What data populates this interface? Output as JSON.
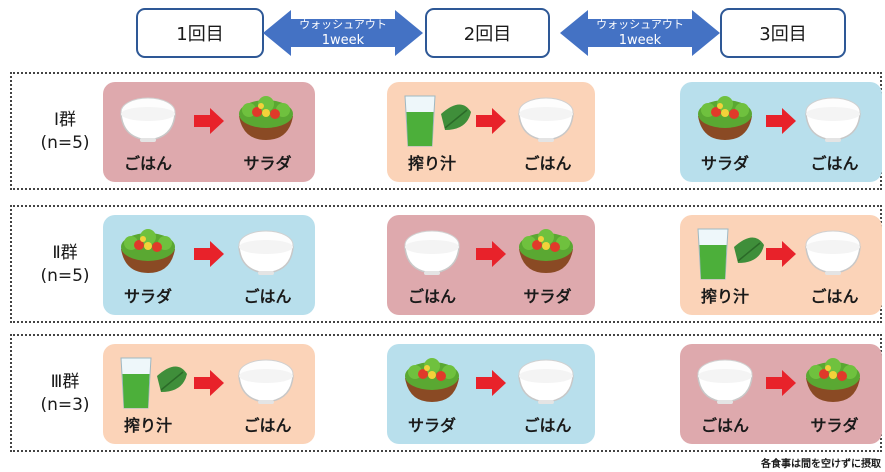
{
  "sessions": [
    "1回目",
    "2回目",
    "3回目"
  ],
  "washout": {
    "line1": "ウォッシュアウト",
    "line2": "1week"
  },
  "groups": [
    {
      "label": "Ⅰ群",
      "n": "(n=5)",
      "panels": [
        {
          "left_food": "ごはん",
          "right_food": "サラダ"
        },
        {
          "left_food": "搾り汁",
          "right_food": "ごはん"
        },
        {
          "left_food": "サラダ",
          "right_food": "ごはん"
        }
      ]
    },
    {
      "label": "Ⅱ群",
      "n": "(n=5)",
      "panels": [
        {
          "left_food": "サラダ",
          "right_food": "ごはん"
        },
        {
          "left_food": "ごはん",
          "right_food": "サラダ"
        },
        {
          "left_food": "搾り汁",
          "right_food": "ごはん"
        }
      ]
    },
    {
      "label": "Ⅲ群",
      "n": "(n=3)",
      "panels": [
        {
          "left_food": "搾り汁",
          "right_food": "ごはん"
        },
        {
          "left_food": "サラダ",
          "right_food": "ごはん"
        },
        {
          "left_food": "ごはん",
          "right_food": "サラダ"
        }
      ]
    }
  ],
  "footnote": "各食事は間を空けずに摂取",
  "colors": {
    "session_border": "#2e5896",
    "washout_arrow": "#4472c4",
    "arrow_red": "#e8222a",
    "panel_rice_first": "#dea9ad",
    "panel_juice_first": "#fbd3b8",
    "panel_salad_first": "#b8dfec"
  }
}
